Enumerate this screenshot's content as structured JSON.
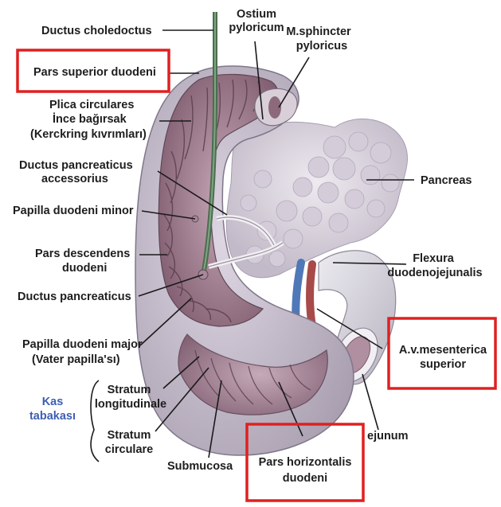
{
  "labels": {
    "ductus_choledoctus": "Ductus choledoctus",
    "ostium_line1": "Ostium",
    "ostium_line2": "pyloricum",
    "sphincter_line1": "M.sphincter",
    "sphincter_line2": "pyloricus",
    "pars_superior": "Pars superior duodeni",
    "plica_line1": "Plica circulares",
    "plica_line2": "İnce bağırsak",
    "plica_line3": "(Kerckring kıvrımları)",
    "pancreaticus_acc_line1": "Ductus pancreaticus",
    "pancreaticus_acc_line2": "accessorius",
    "papilla_minor": "Papilla duodeni minor",
    "pars_descendens_line1": "Pars descendens",
    "pars_descendens_line2": "duodeni",
    "ductus_pancreaticus": "Ductus pancreaticus",
    "papilla_major_line1": "Papilla duodeni major",
    "papilla_major_line2": "(Vater papilla'sı)",
    "pancreas": "Pancreas",
    "flexura_line1": "Flexura",
    "flexura_line2": "duodenojejunalis",
    "mesenterica_line1": "A.v.mesenterica",
    "mesenterica_line2": "superior",
    "kas_line1": "Kas",
    "kas_line2": "tabakası",
    "stratum_long_line1": "Stratum",
    "stratum_long_line2": "longitudinale",
    "stratum_circ_line1": "Stratum",
    "stratum_circ_line2": "circulare",
    "submucosa": "Submucosa",
    "jejunum": "ejunum",
    "pars_horizontalis_line1": "Pars horizontalis",
    "pars_horizontalis_line2": "duodeni"
  },
  "colors": {
    "highlight_box": "#e02020",
    "kas_label": "#3c5fb4",
    "mucosa": "#9a7888",
    "wall": "#c9c2cf",
    "pancreas": "#dcd6e0",
    "artery": "#a84a4a",
    "vein": "#4f78b8",
    "duct": "#4b6e4e"
  }
}
